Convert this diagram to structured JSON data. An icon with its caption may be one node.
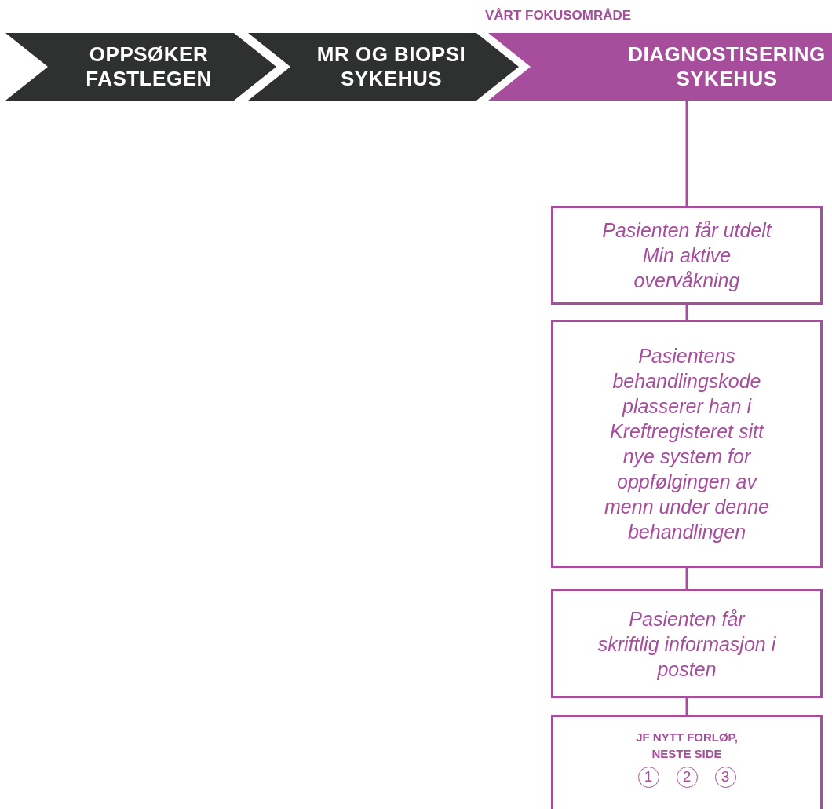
{
  "diagram": {
    "nodes": [
      {
        "text": [
          "OPPSØKER FASTLEGEN"
        ]
      },
      {
        "text": [
          "MR OG BIOPSI SYKEHUS"
        ]
      },
      {
        "text": [
          "DIAGNOSTISERING SYKEHUS"
        ],
        "beside": [
          "VÅRT FOKUSOMRÅDE"
        ]
      },
      {
        "text": [
          "Pasienten får utdelt Min aktive overvåkning"
        ]
      },
      {
        "text": [
          "Pasientens behandlingskode plasserer han i Kreftregisteret sitt nye system for oppfølgingen av menn under denne behandlingen"
        ]
      },
      {
        "text": [
          "Pasienten får skriftlig informasjon i posten"
        ]
      },
      {
        "text": [
          "JF NYTT FORLØP, NESTE SIDE",
          "1",
          "2",
          "3"
        ]
      }
    ],
    "edges": [
      {
        "from": 2,
        "to": 3,
        "arrow": "none"
      },
      {
        "from": 3,
        "to": 4,
        "arrow": "none"
      },
      {
        "from": 4,
        "to": 5,
        "arrow": "none"
      },
      {
        "from": 5,
        "to": 6,
        "arrow": "none"
      }
    ]
  }
}
